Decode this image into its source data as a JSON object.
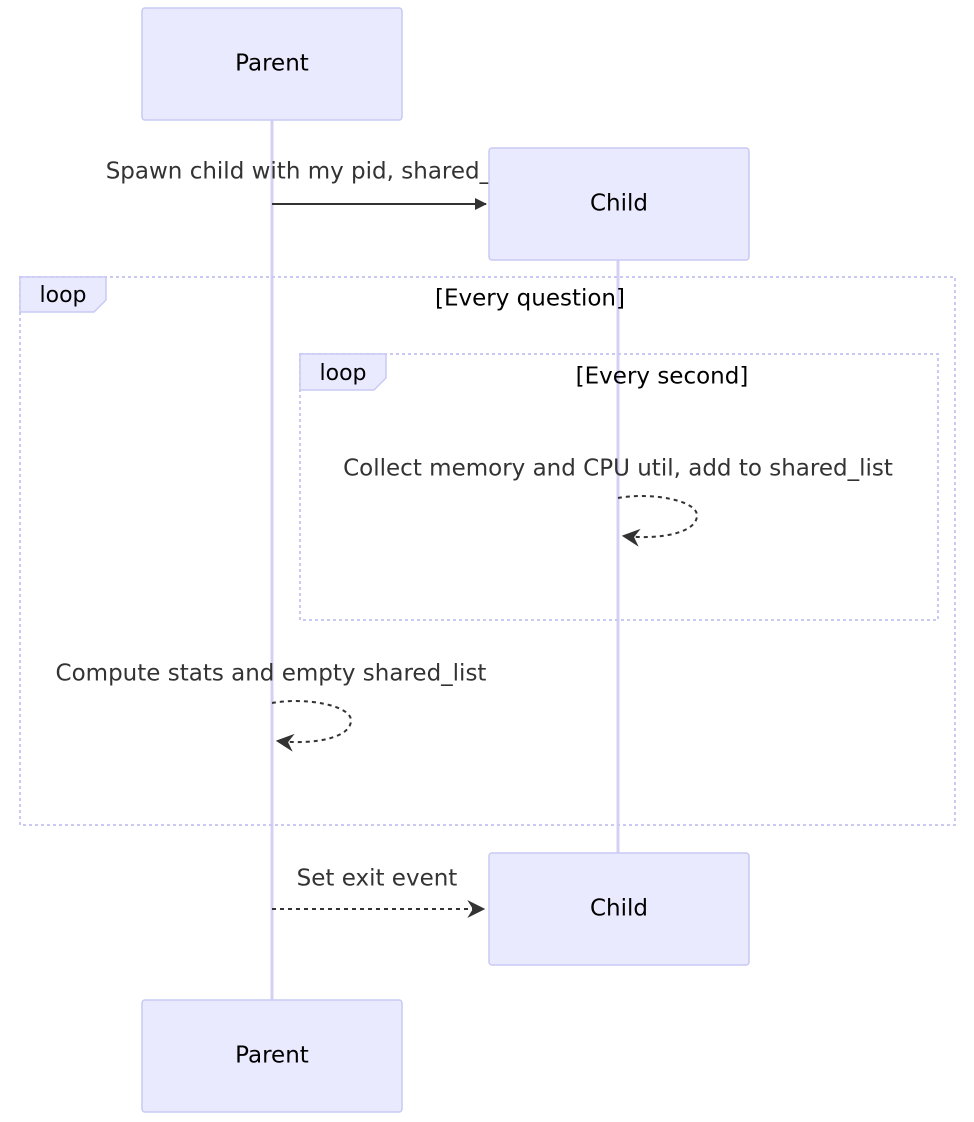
{
  "participants": {
    "parent": "Parent",
    "child": "Child"
  },
  "loops": {
    "outer": {
      "label": "loop",
      "condition": "[Every question]"
    },
    "inner": {
      "label": "loop",
      "condition": "[Every second]"
    }
  },
  "messages": {
    "spawn": "Spawn child with my pid, shared_list and event",
    "collect": "Collect memory and CPU util, add to shared_list",
    "compute": "Compute stats and empty shared_list",
    "exit": "Set exit event"
  },
  "colors": {
    "actor_fill": "#eaeaff",
    "actor_stroke": "#c9c9f3",
    "lifeline": "#d4d0f4",
    "message": "#333333"
  }
}
